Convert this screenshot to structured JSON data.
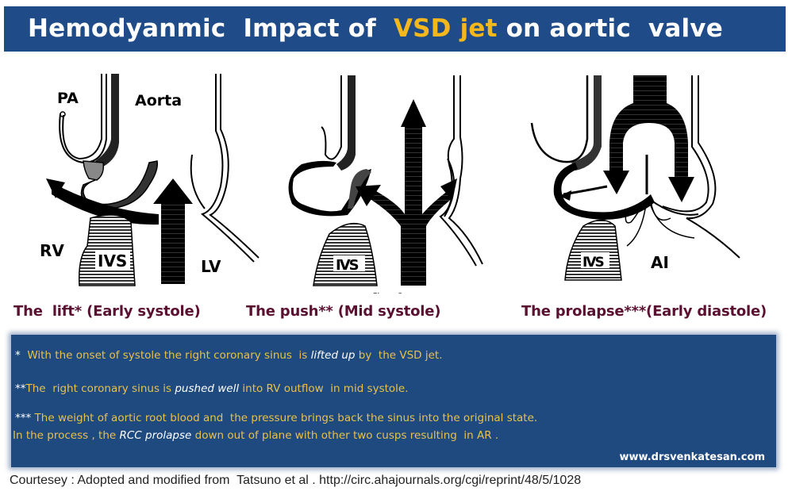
{
  "title": {
    "prefix": "Hemodyanmic  Impact of  ",
    "highlight": "VSD jet",
    "suffix": " on aortic  valve",
    "bg_color": "#1f4c88",
    "highlight_color": "#f5b81c"
  },
  "diagrams": [
    {
      "id": "lift",
      "labels": {
        "pa": "PA",
        "aorta": "Aorta",
        "rv": "RV",
        "ivs": "IVS",
        "lv": "LV"
      },
      "caption": "The  lift* (Early systole)"
    },
    {
      "id": "push",
      "labels": {
        "ivs": "IVS"
      },
      "caption": "The push** (Mid systole)"
    },
    {
      "id": "prolapse",
      "labels": {
        "ivs": "IVS",
        "ai": "AI"
      },
      "caption": "The prolapse***(Early diastole)"
    }
  ],
  "caption_color": "#5a1030",
  "notes": {
    "line1": {
      "stars": "*",
      "pre": "  With the onset of systole the right coronary sinus  is ",
      "em": "lifted up",
      "post": " by  the VSD jet."
    },
    "line2": {
      "stars": "**",
      "pre": "The  right coronary sinus is ",
      "em": "pushed well",
      "post": " into RV outflow  in mid systole."
    },
    "line3": {
      "stars": "***",
      "pre": " The weight of aortic root blood and  the pressure brings back the sinus into the original state."
    },
    "line4": {
      "pre": "In the process , the ",
      "em": "RCC prolapse",
      "post": " down out of plane with other two cusps resulting  in AR ."
    },
    "website": "www.drsvenkatesan.com",
    "bg_color": "#1f4a80",
    "text_color": "#e8c04a"
  },
  "credit": "Courtesey : Adopted and modified from  Tatsuno et al . http://circ.ahajournals.org/cgi/reprint/48/5/1028"
}
